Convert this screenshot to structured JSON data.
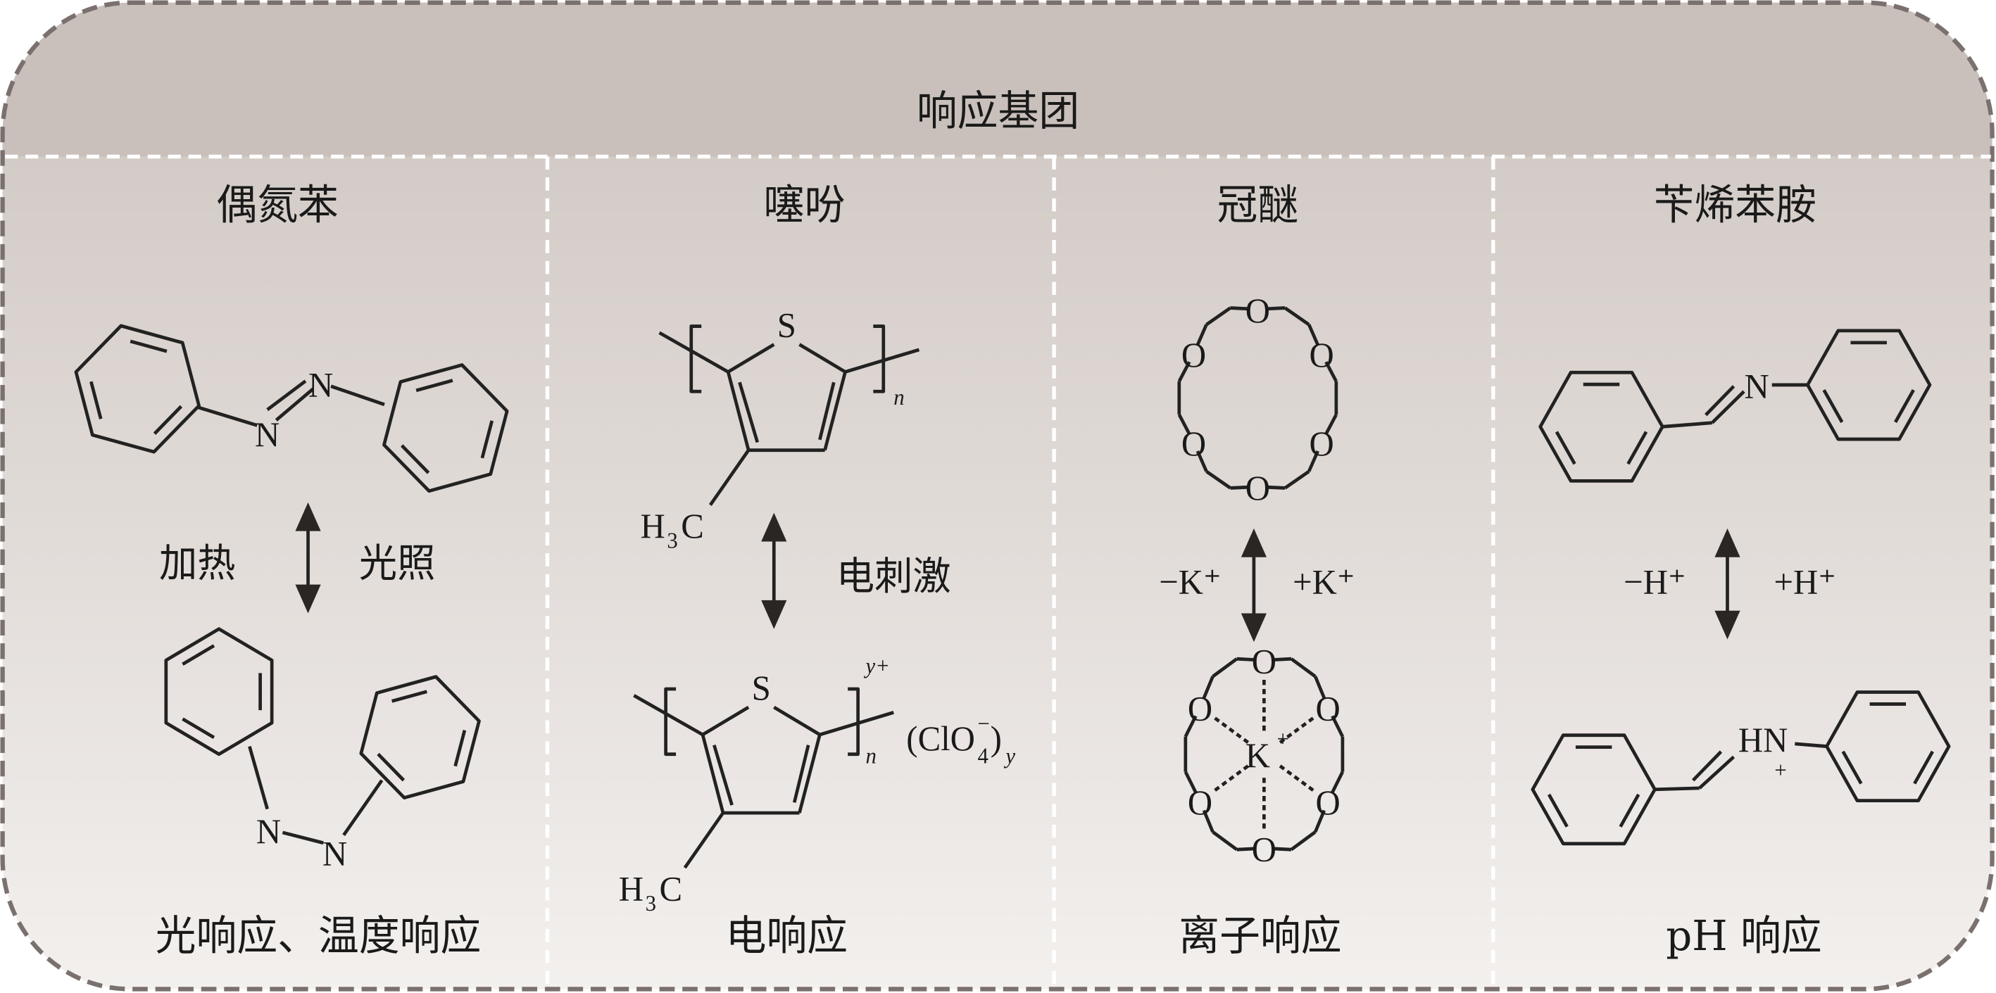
{
  "header": {
    "title": "响应基团"
  },
  "colors": {
    "header_bg": "#c9c0bb",
    "body_top": "#cdc4bf",
    "body_bottom": "#f3f0ee",
    "border": "#7a716e",
    "divider": "#ffffff"
  },
  "panels": [
    {
      "title": "偶氮苯",
      "condition_left": "加热",
      "condition_right": "光照",
      "response": "光响应、温度响应",
      "atoms": {
        "n": "N"
      }
    },
    {
      "title": "噻吩",
      "condition_right": "电刺激",
      "response": "电响应",
      "atoms": {
        "s": "S",
        "methyl_h": "H",
        "methyl_3": "3",
        "methyl_c": "C",
        "repeat": "n",
        "charge": "y+",
        "counter_ion": "(ClO",
        "counter_4": "4",
        "counter_minus": "−",
        "counter_close": ")",
        "counter_y": "y"
      }
    },
    {
      "title": "冠醚",
      "condition_left": "−K⁺",
      "condition_right": "+K⁺",
      "response": "离子响应",
      "atoms": {
        "o": "O",
        "k": "K",
        "plus": "+"
      }
    },
    {
      "title": "苄烯苯胺",
      "condition_left": "−H⁺",
      "condition_right": "+H⁺",
      "response": "pH 响应",
      "atoms": {
        "n": "N",
        "hn": "HN",
        "plus": "+"
      }
    }
  ]
}
